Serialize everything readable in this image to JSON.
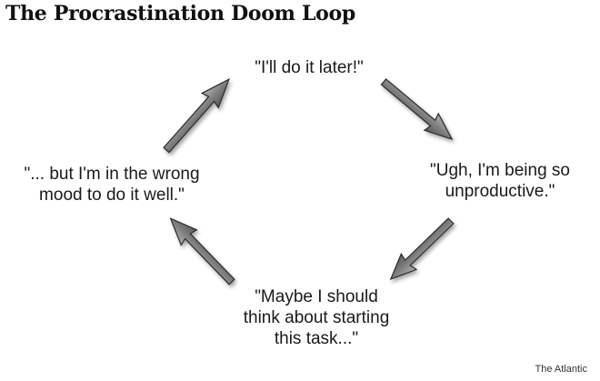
{
  "title": "The Procrastination Doom Loop",
  "nodes": {
    "top": "\"I'll do it later!\"",
    "right_line1": "\"Ugh, I'm being so",
    "right_line2": "unproductive.\"",
    "bottom_line1": "\"Maybe I should",
    "bottom_line2": "think about starting",
    "bottom_line3": "this task...\"",
    "left_line1": "\"... but I'm in the wrong",
    "left_line2": "mood to do it well.\""
  },
  "arrows": [
    {
      "from": "top",
      "to": "right",
      "icon": "arrow-down-right-icon"
    },
    {
      "from": "right",
      "to": "bottom",
      "icon": "arrow-down-left-icon"
    },
    {
      "from": "bottom",
      "to": "left",
      "icon": "arrow-up-left-icon"
    },
    {
      "from": "left",
      "to": "top",
      "icon": "arrow-up-right-icon"
    }
  ],
  "colors": {
    "arrow_fill": "#8a8a8a",
    "arrow_stroke": "#2a2a2a",
    "text": "#1a1a1a"
  },
  "credit": "The Atlantic"
}
